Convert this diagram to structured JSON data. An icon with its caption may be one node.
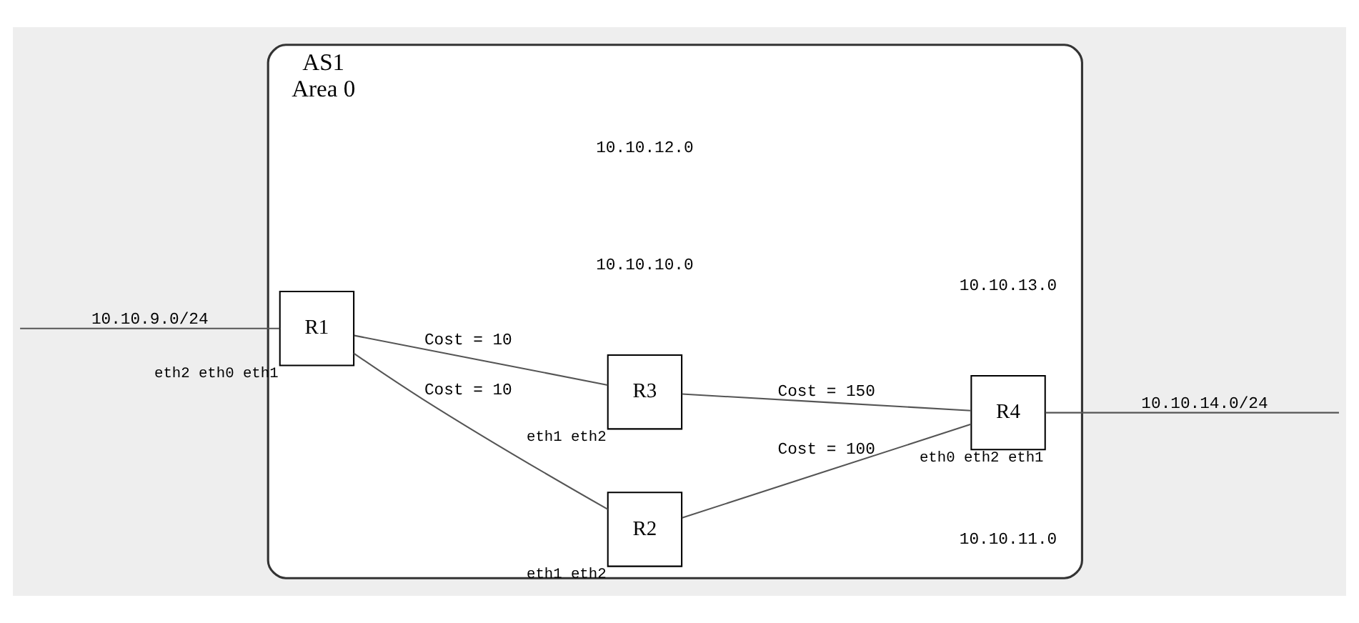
{
  "diagram": {
    "nodes": [
      {
        "text": [
          "AS1",
          "Area 0"
        ]
      },
      {
        "text": [
          "R1"
        ],
        "in": 0,
        "beside": [
          "eth2",
          "eth0",
          "eth1"
        ]
      },
      {
        "text": [
          "R2"
        ],
        "in": 0,
        "beside": [
          "eth1",
          "eth2"
        ]
      },
      {
        "text": [
          "R3"
        ],
        "in": 0,
        "beside": [
          "eth1",
          "eth2"
        ]
      },
      {
        "text": [
          "R4"
        ],
        "in": 0,
        "beside": [
          "eth0",
          "eth2",
          "eth1"
        ]
      }
    ],
    "edges": [
      {
        "from": null,
        "to": 1,
        "arrow": "none",
        "label": "10.10.9.0/24"
      },
      {
        "from": 1,
        "to": 2,
        "arrow": "none",
        "label": "Cost = 10"
      },
      {
        "from": 2,
        "to": 4,
        "arrow": "none",
        "label": "Cost = 100"
      },
      {
        "from": 1,
        "to": 3,
        "arrow": "none",
        "label": "Cost = 10"
      },
      {
        "from": 3,
        "to": 4,
        "arrow": "none",
        "label": "Cost = 150"
      },
      {
        "from": 4,
        "to": null,
        "arrow": "none",
        "label": "10.10.14.0/24"
      }
    ],
    "labels": [
      "10.10.10.0",
      "10.10.11.0",
      "10.10.12.0",
      "10.10.13.0"
    ]
  }
}
